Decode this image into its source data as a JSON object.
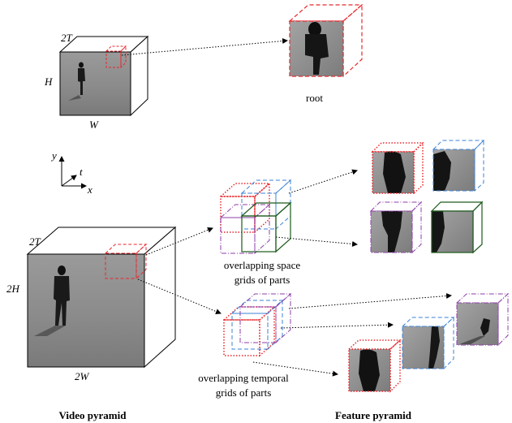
{
  "small_video": {
    "depth_label": "2T",
    "height_label": "H",
    "width_label": "W"
  },
  "root_label": "root",
  "axes": {
    "y": "y",
    "t": "t",
    "x": "x"
  },
  "large_video": {
    "depth_label": "2T",
    "height_label": "2H",
    "width_label": "2W"
  },
  "space_grids_label": [
    "overlapping space",
    "grids of parts"
  ],
  "temporal_grids_label": [
    "overlapping temporal",
    "grids of parts"
  ],
  "captions": {
    "video_pyramid": "Video pyramid",
    "feature_pyramid": "Feature pyramid"
  },
  "colors": {
    "red": "#e8272c",
    "blue": "#3b82d6",
    "purple": "#8c3fa8",
    "green": "#1c5a1c"
  }
}
